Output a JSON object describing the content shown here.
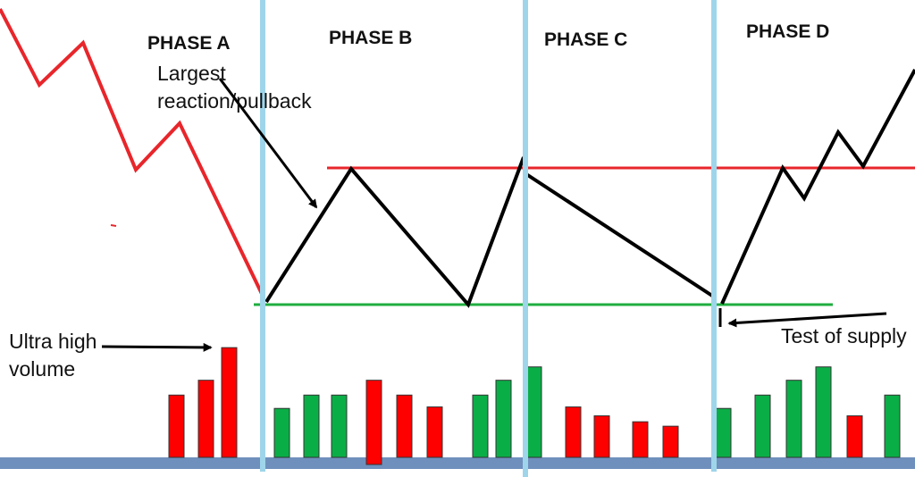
{
  "phases": [
    {
      "label": "PHASE A"
    },
    {
      "label": "PHASE B"
    },
    {
      "label": "PHASE C"
    },
    {
      "label": "PHASE D"
    }
  ],
  "annotations": {
    "largest_1": "Largest",
    "largest_2": "reaction/pullback",
    "volume_1": "Ultra high",
    "volume_2": "volume",
    "test": "Test of supply"
  },
  "colors": {
    "downtrend": "#e8262b",
    "price": "#000000",
    "resistance": "#e8262b",
    "support": "#1fae3f",
    "divider": "#9fd5ea",
    "base": "#6f90bd",
    "bar_red": "#ff0000",
    "bar_green": "#0aae47",
    "bar_stroke": "#333333"
  },
  "volume_bars": [
    {
      "color": "red",
      "level": 0.42
    },
    {
      "color": "red",
      "level": 0.52
    },
    {
      "color": "red",
      "level": 0.74
    },
    {
      "color": "green",
      "level": 0.33
    },
    {
      "color": "green",
      "level": 0.42
    },
    {
      "color": "green",
      "level": 0.42
    },
    {
      "color": "red",
      "level": 0.52
    },
    {
      "color": "red",
      "level": 0.42
    },
    {
      "color": "red",
      "level": 0.34
    },
    {
      "color": "green",
      "level": 0.42
    },
    {
      "color": "green",
      "level": 0.52
    },
    {
      "color": "green",
      "level": 0.61
    },
    {
      "color": "red",
      "level": 0.34
    },
    {
      "color": "red",
      "level": 0.28
    },
    {
      "color": "red",
      "level": 0.24
    },
    {
      "color": "red",
      "level": 0.21
    },
    {
      "color": "green",
      "level": 0.33
    },
    {
      "color": "green",
      "level": 0.42
    },
    {
      "color": "green",
      "level": 0.52
    },
    {
      "color": "green",
      "level": 0.61
    },
    {
      "color": "red",
      "level": 0.28
    },
    {
      "color": "green",
      "level": 0.42
    }
  ]
}
